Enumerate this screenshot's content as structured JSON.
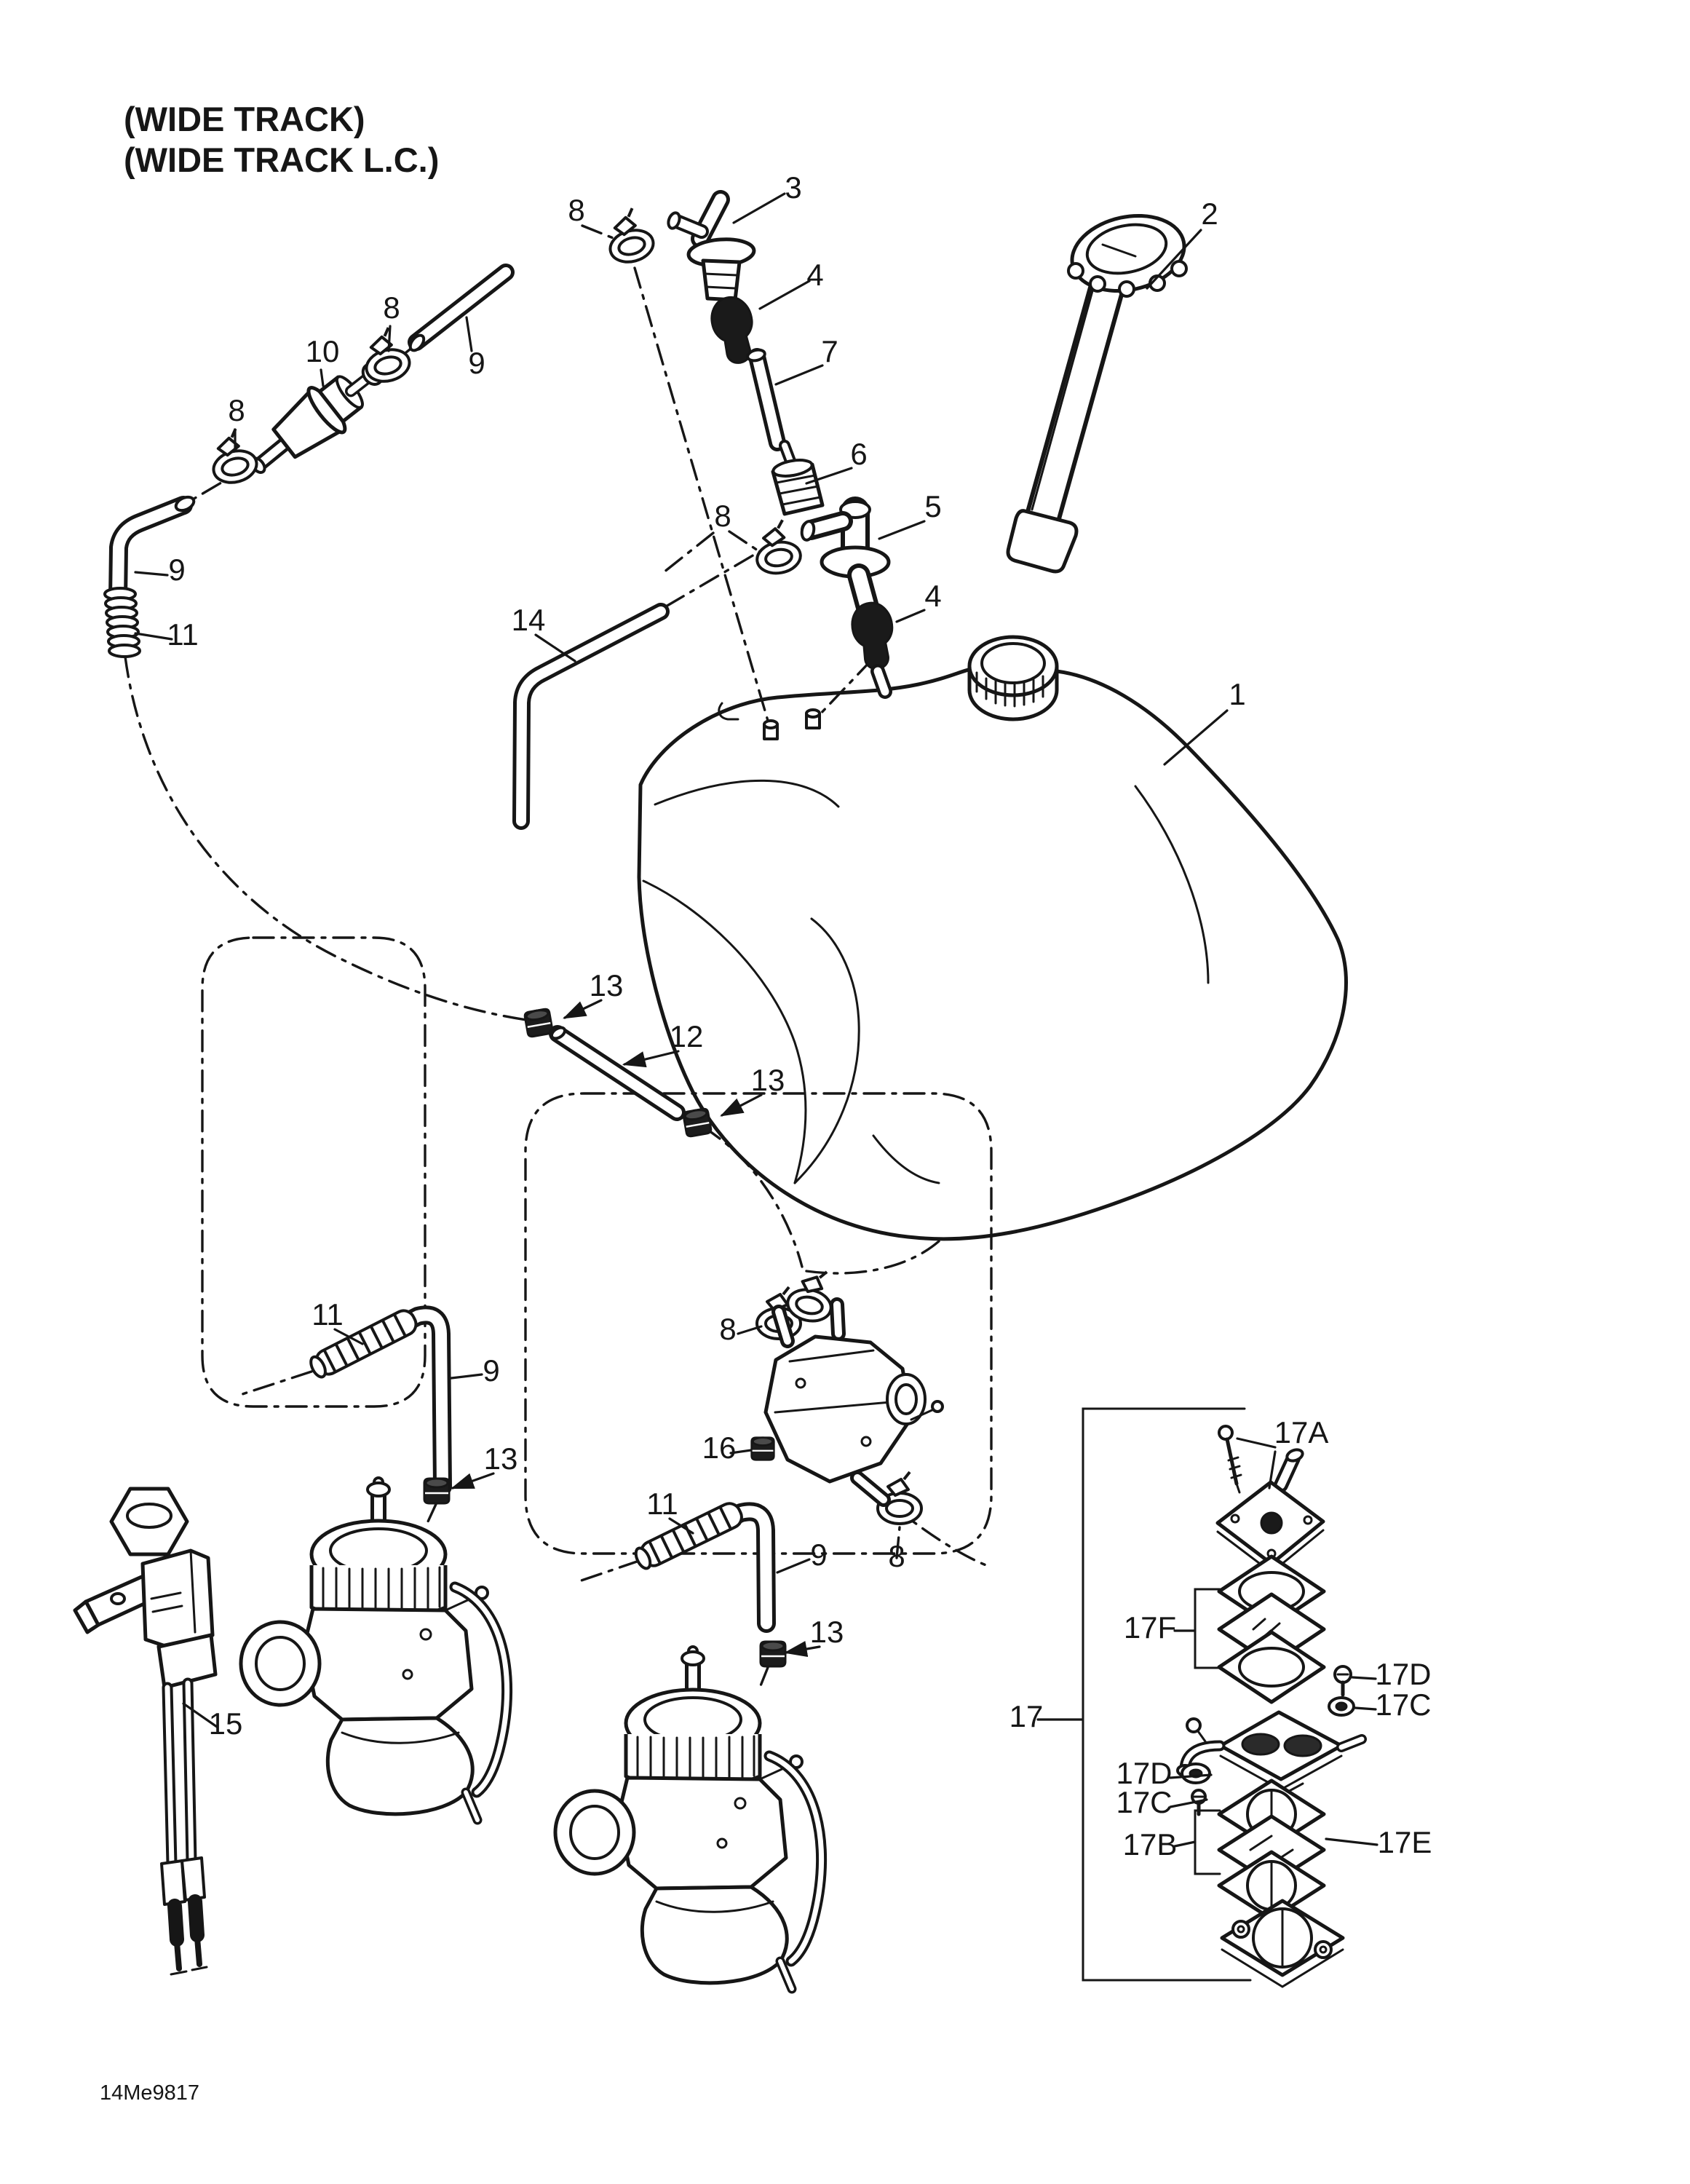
{
  "diagram": {
    "title_line1": "(WIDE TRACK)",
    "title_line2": "(WIDE TRACK L.C.)",
    "drawing_code": "14Me9817",
    "ink_color": "#161616",
    "background_color": "#ffffff",
    "description": "Fuel system exploded parts diagram"
  },
  "parts": {
    "1": "1",
    "2": "2",
    "3": "3",
    "4": "4",
    "5": "5",
    "6": "6",
    "7": "7",
    "8": "8",
    "9": "9",
    "10": "10",
    "11": "11",
    "12": "12",
    "13": "13",
    "14": "14",
    "15": "15",
    "16": "16",
    "17": "17",
    "17A": "17A",
    "17B": "17B",
    "17C": "17C",
    "17D": "17D",
    "17E": "17E",
    "17F": "17F"
  }
}
